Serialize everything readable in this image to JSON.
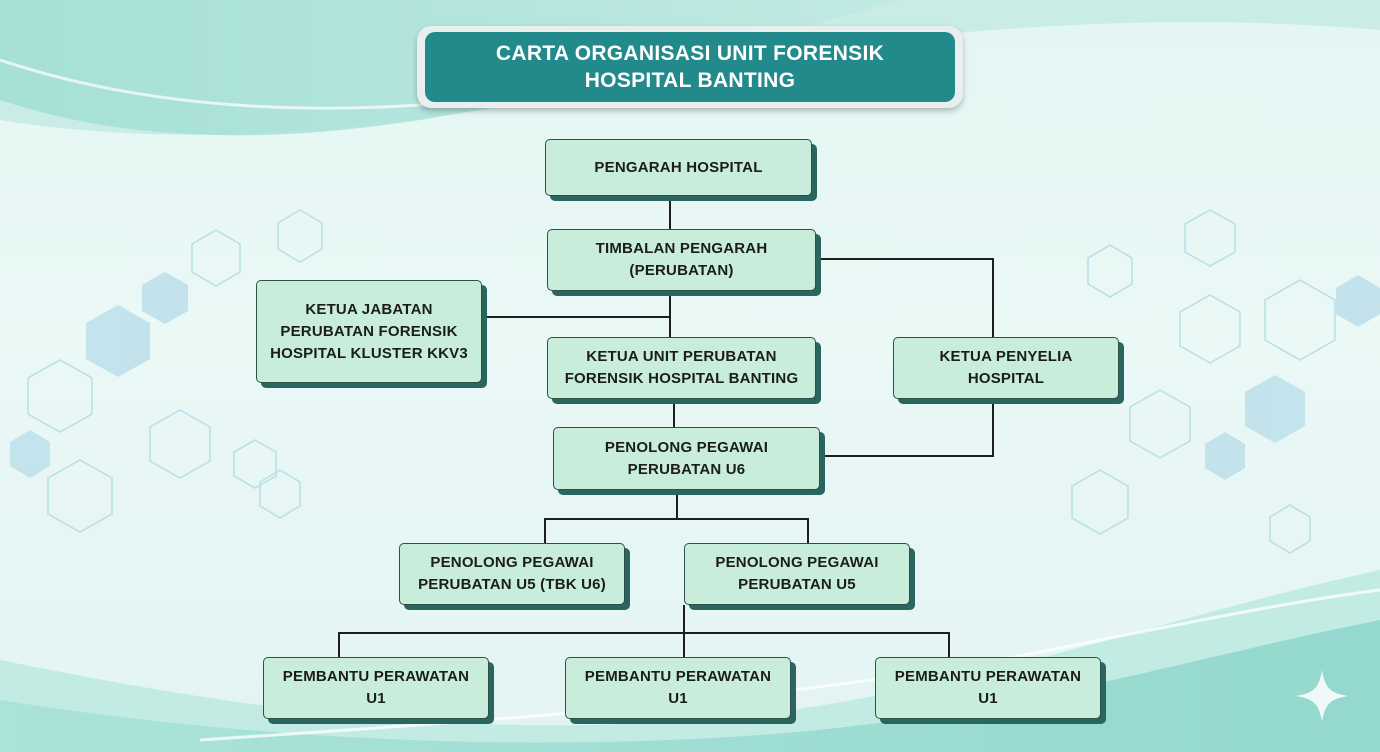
{
  "title": "CARTA ORGANISASI UNIT FORENSIK\nHOSPITAL BANTING",
  "colors": {
    "title_bg": "#238a8b",
    "node_fill": "#c8eedb",
    "node_shadow": "#2a6560",
    "line": "#1e1e1e"
  },
  "nodes": {
    "pengarah": "PENGARAH HOSPITAL",
    "timbalan": "TIMBALAN PENGARAH\n(PERUBATAN)",
    "ketua_jabatan": "KETUA JABATAN\nPERUBATAN FORENSIK\nHOSPITAL KLUSTER KKV3",
    "ketua_unit": "KETUA UNIT PERUBATAN\nFORENSIK HOSPITAL BANTING",
    "ketua_penyelia": "KETUA PENYELIA\nHOSPITAL",
    "penolong_u6": "PENOLONG PEGAWAI\nPERUBATAN U6",
    "penolong_u5_tbk": "PENOLONG PEGAWAI\nPERUBATAN U5 (TBK U6)",
    "penolong_u5": "PENOLONG PEGAWAI\nPERUBATAN U5",
    "pembantu_1": "PEMBANTU PERAWATAN\nU1",
    "pembantu_2": "PEMBANTU PERAWATAN\nU1",
    "pembantu_3": "PEMBANTU PERAWATAN\nU1"
  }
}
